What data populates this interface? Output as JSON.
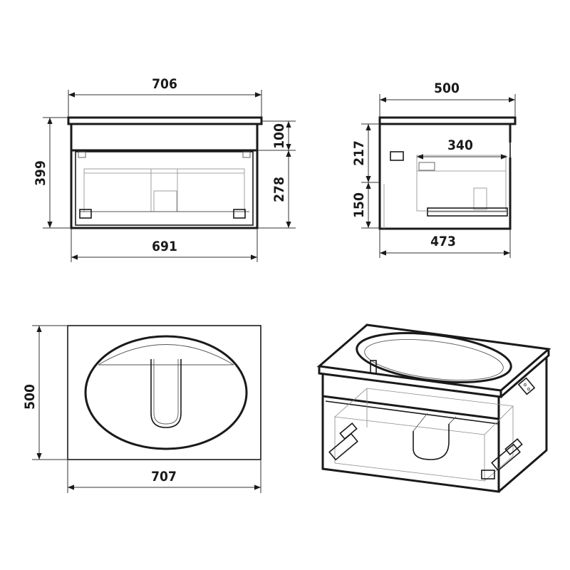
{
  "views": {
    "front": {
      "width_top": "706",
      "height_total": "399",
      "drawer_upper": "100",
      "drawer_lower": "278",
      "width_bottom": "691"
    },
    "side": {
      "depth_top": "500",
      "inner_depth": "340",
      "upper_height": "217",
      "lower_height": "150",
      "depth_bottom": "473"
    },
    "top": {
      "depth": "500",
      "width": "707"
    }
  },
  "colors": {
    "line": "#1a1a1a",
    "hidden": "#888888",
    "background": "#ffffff"
  }
}
